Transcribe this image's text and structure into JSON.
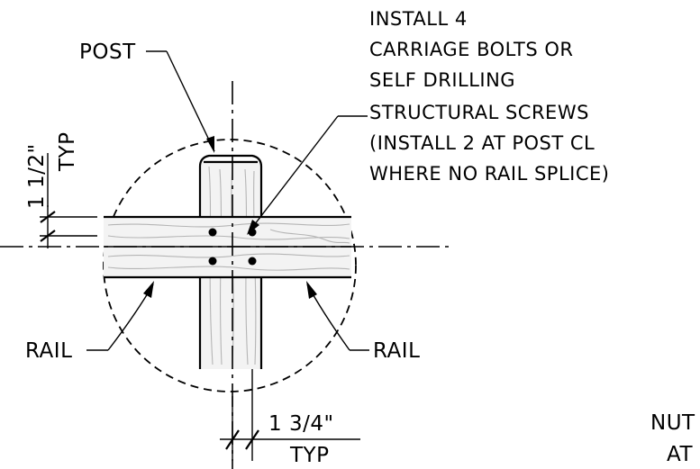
{
  "labels": {
    "post": "POST",
    "rail_left": "RAIL",
    "rail_right": "RAIL",
    "note_lines": [
      "INSTALL 4",
      "CARRIAGE BOLTS OR",
      "SELF DRILLING",
      "STRUCTURAL SCREWS",
      "(INSTALL 2 AT POST CL",
      "WHERE NO RAIL SPLICE)"
    ],
    "dim_vertical_value": "1 1/2\"",
    "dim_vertical_typ": "TYP",
    "dim_horizontal_value": "1 3/4\"",
    "dim_horizontal_typ": "TYP",
    "cut_off_lines": [
      "NUT",
      "AT"
    ]
  }
}
